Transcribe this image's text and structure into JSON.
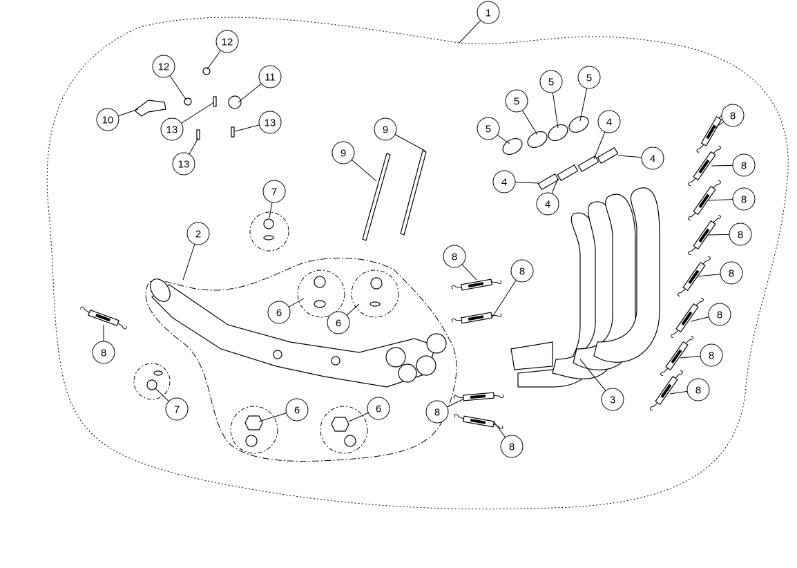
{
  "diagram": {
    "type": "exploded-parts-diagram",
    "callouts": [
      "1",
      "12",
      "12",
      "11",
      "10",
      "13",
      "13",
      "13",
      "9",
      "9",
      "7",
      "2",
      "5",
      "5",
      "5",
      "5",
      "4",
      "4",
      "4",
      "4",
      "8",
      "8",
      "8",
      "8",
      "8",
      "8",
      "8",
      "8",
      "8",
      "8",
      "8",
      "8",
      "8",
      "6",
      "6",
      "6",
      "6",
      "7",
      "3"
    ]
  }
}
